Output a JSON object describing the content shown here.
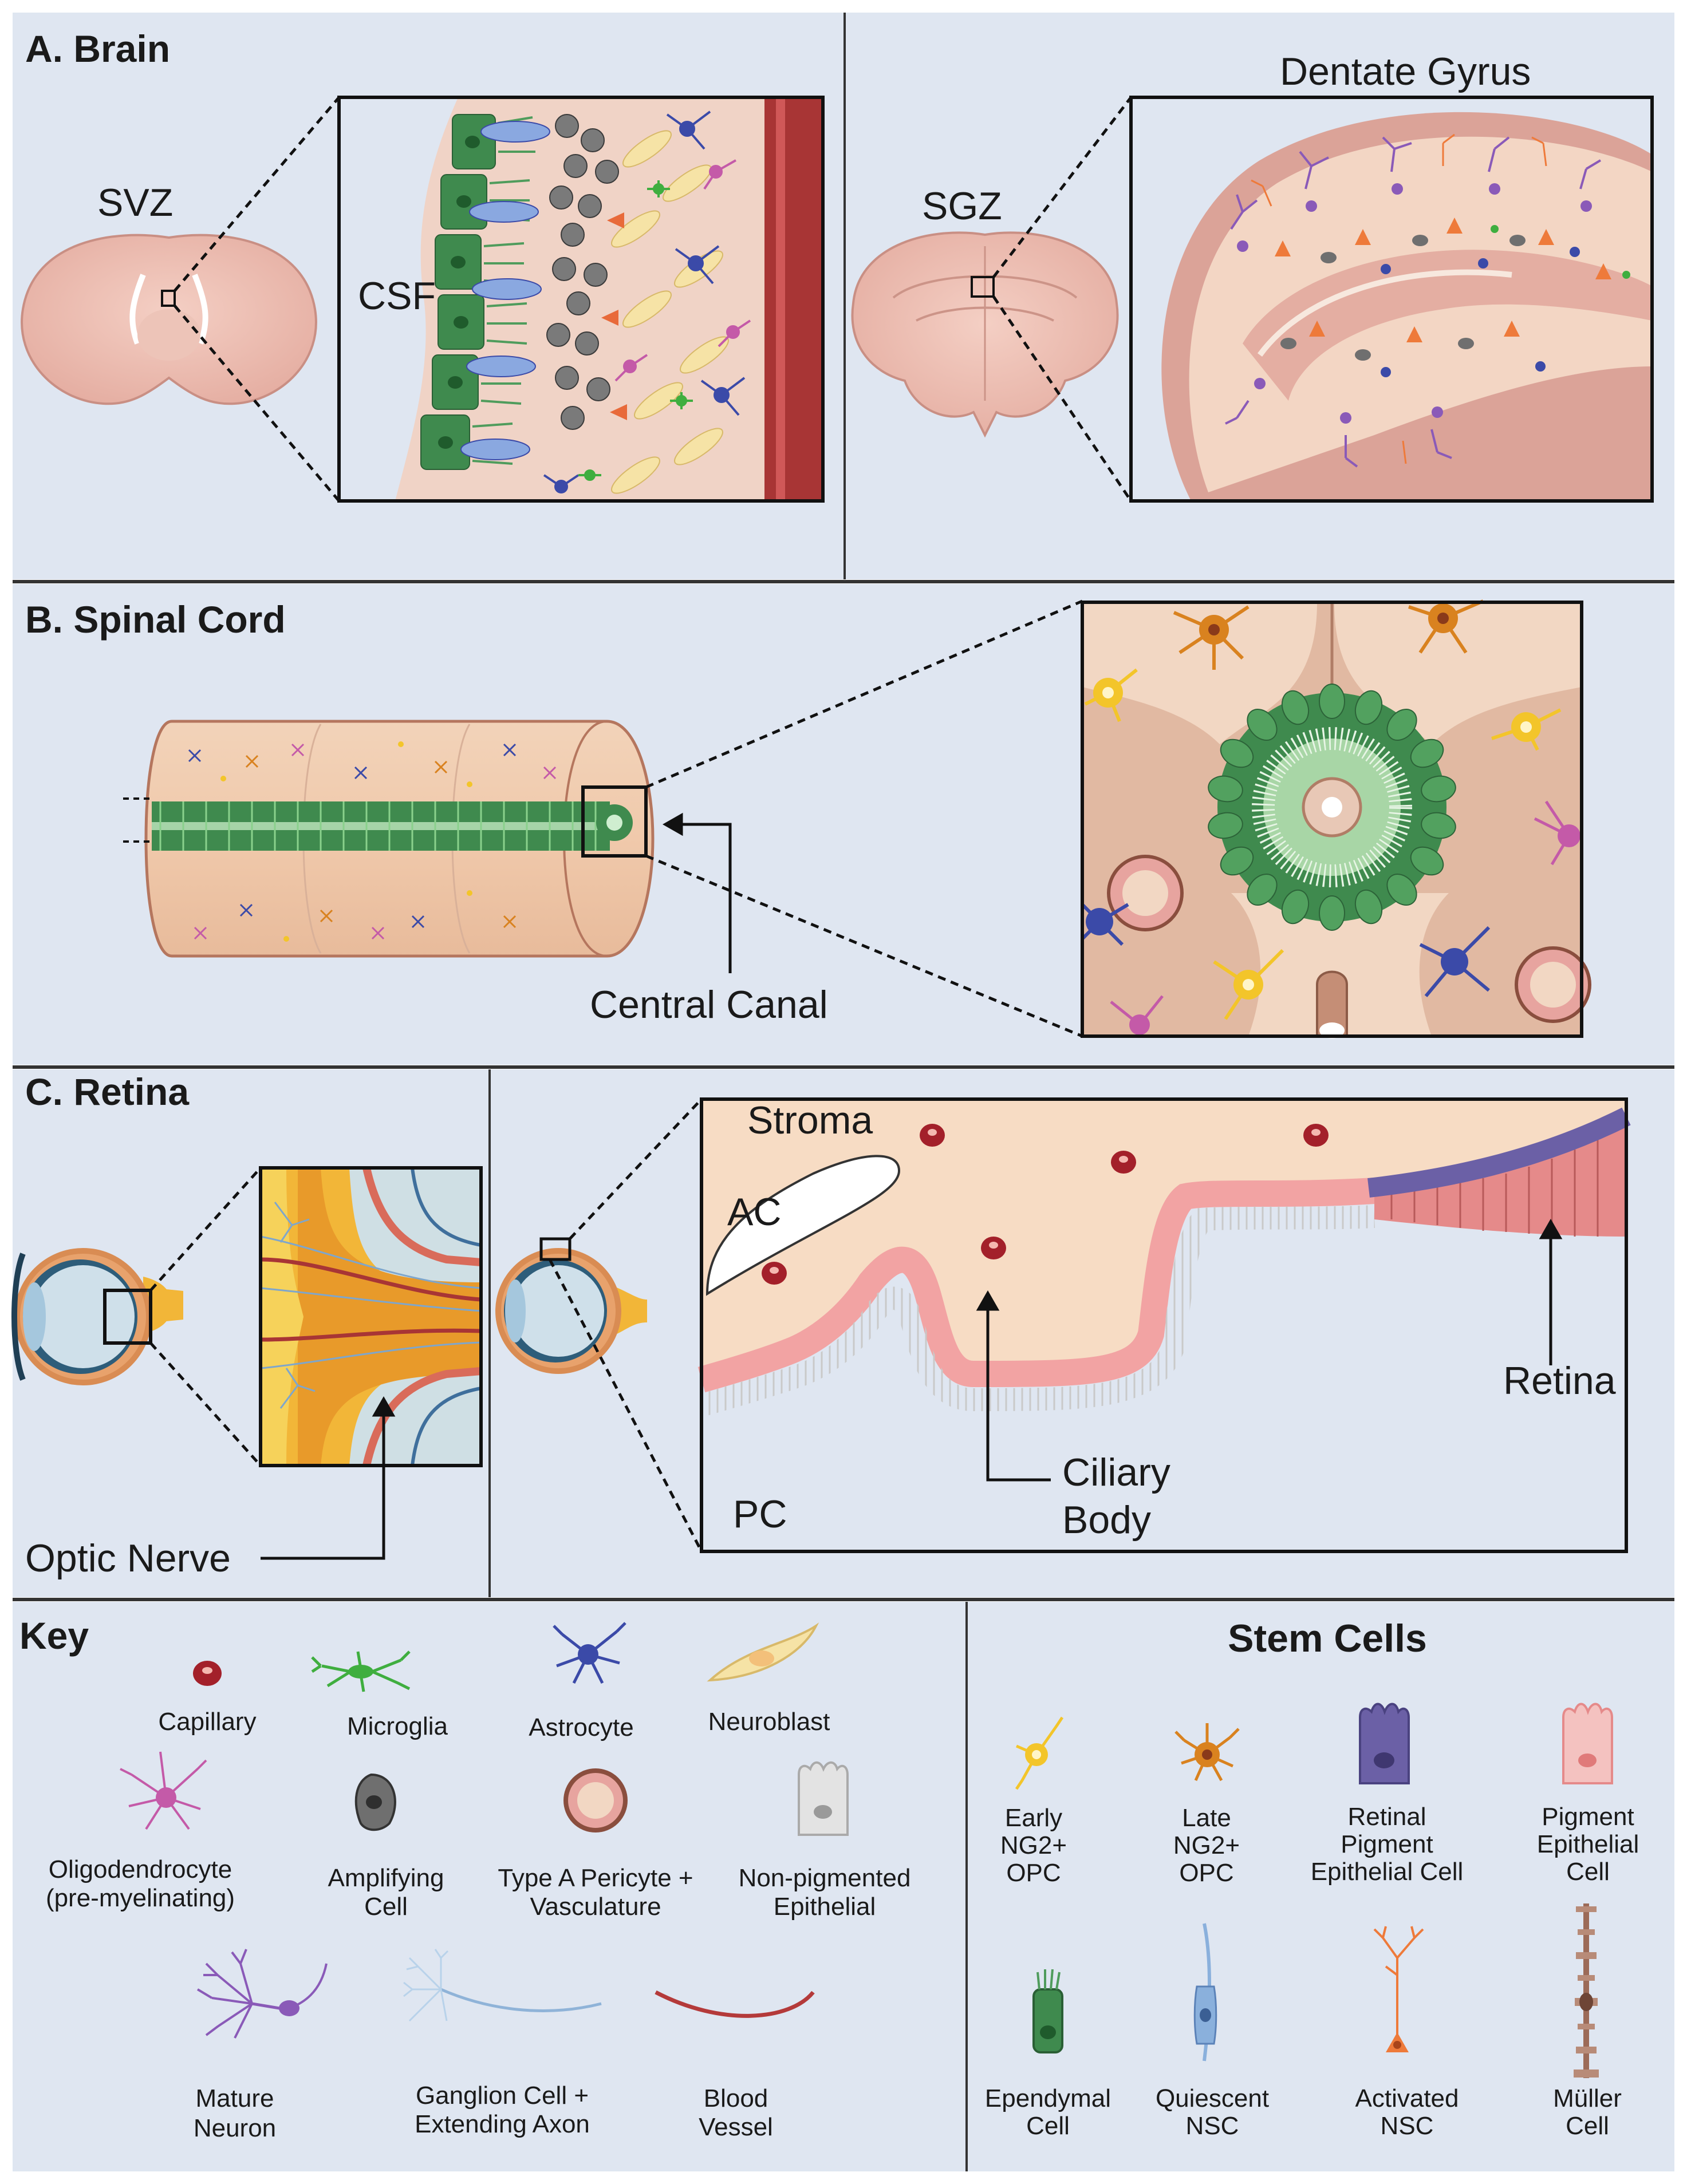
{
  "colors": {
    "panel_bg": "#dfe6f1",
    "tissue_pink": "#e9b7ad",
    "tissue_light": "#f3d6c4",
    "ependymal_green": "#3f8a4e",
    "astrocyte_blue": "#3b4aa8",
    "microglia_green": "#3fae3f",
    "oligodendrocyte_purple": "#c45aa8",
    "neuroblast_yellow": "#f6e3a6",
    "amplifying_gray": "#6f6f6f",
    "capillary_red": "#a3202a",
    "blood_vessel_red": "#b43a3a",
    "opc_early_yellow": "#f3c52a",
    "opc_late_orange": "#d9821f",
    "rpe_purple": "#6b60a6",
    "pigment_pink": "#f2a3a3",
    "mature_neuron_purple": "#8a5ab8",
    "ganglion_blue": "#8fb3d8",
    "muller_brown": "#9c6b58",
    "activated_nsc_orange": "#ee7a3a",
    "quiescent_nsc_blue": "#8ab0dc",
    "optic_yellow": "#f2b638"
  },
  "panelA": {
    "title": "A. Brain",
    "svz": "SVZ",
    "csf": "CSF",
    "sgz": "SGZ",
    "dentate_gyrus": "Dentate Gyrus"
  },
  "panelB": {
    "title": "B. Spinal Cord",
    "central_canal": "Central Canal"
  },
  "panelC": {
    "title": "C. Retina",
    "optic_nerve": "Optic Nerve",
    "stroma": "Stroma",
    "ac": "AC",
    "retina": "Retina",
    "ciliary_body_line1": "Ciliary",
    "ciliary_body_line2": "Body",
    "pc": "PC"
  },
  "key": {
    "title": "Key",
    "capillary": "Capillary",
    "microglia": "Microglia",
    "astrocyte": "Astrocyte",
    "neuroblast": "Neuroblast",
    "oligodendrocyte_line1": "Oligodendrocyte",
    "oligodendrocyte_line2": "(pre-myelinating)",
    "amplifying_line1": "Amplifying",
    "amplifying_line2": "Cell",
    "pericyte_line1": "Type A Pericyte +",
    "pericyte_line2": "Vasculature",
    "nonpigmented_line1": "Non-pigmented",
    "nonpigmented_line2": "Epithelial",
    "mature_line1": "Mature",
    "mature_line2": "Neuron",
    "ganglion_line1": "Ganglion Cell +",
    "ganglion_line2": "Extending Axon",
    "blood_line1": "Blood",
    "blood_line2": "Vessel"
  },
  "stem": {
    "title": "Stem Cells",
    "early_line1": "Early",
    "early_line2": "NG2+",
    "early_line3": "OPC",
    "late_line1": "Late",
    "late_line2": "NG2+",
    "late_line3": "OPC",
    "rpe_line1": "Retinal",
    "rpe_line2": "Pigment",
    "rpe_line3": "Epithelial Cell",
    "pig_line1": "Pigment",
    "pig_line2": "Epithelial",
    "pig_line3": "Cell",
    "ependymal_line1": "Ependymal",
    "ependymal_line2": "Cell",
    "quiescent_line1": "Quiescent",
    "quiescent_line2": "NSC",
    "activated_line1": "Activated",
    "activated_line2": "NSC",
    "muller_line1": "Müller",
    "muller_line2": "Cell"
  }
}
